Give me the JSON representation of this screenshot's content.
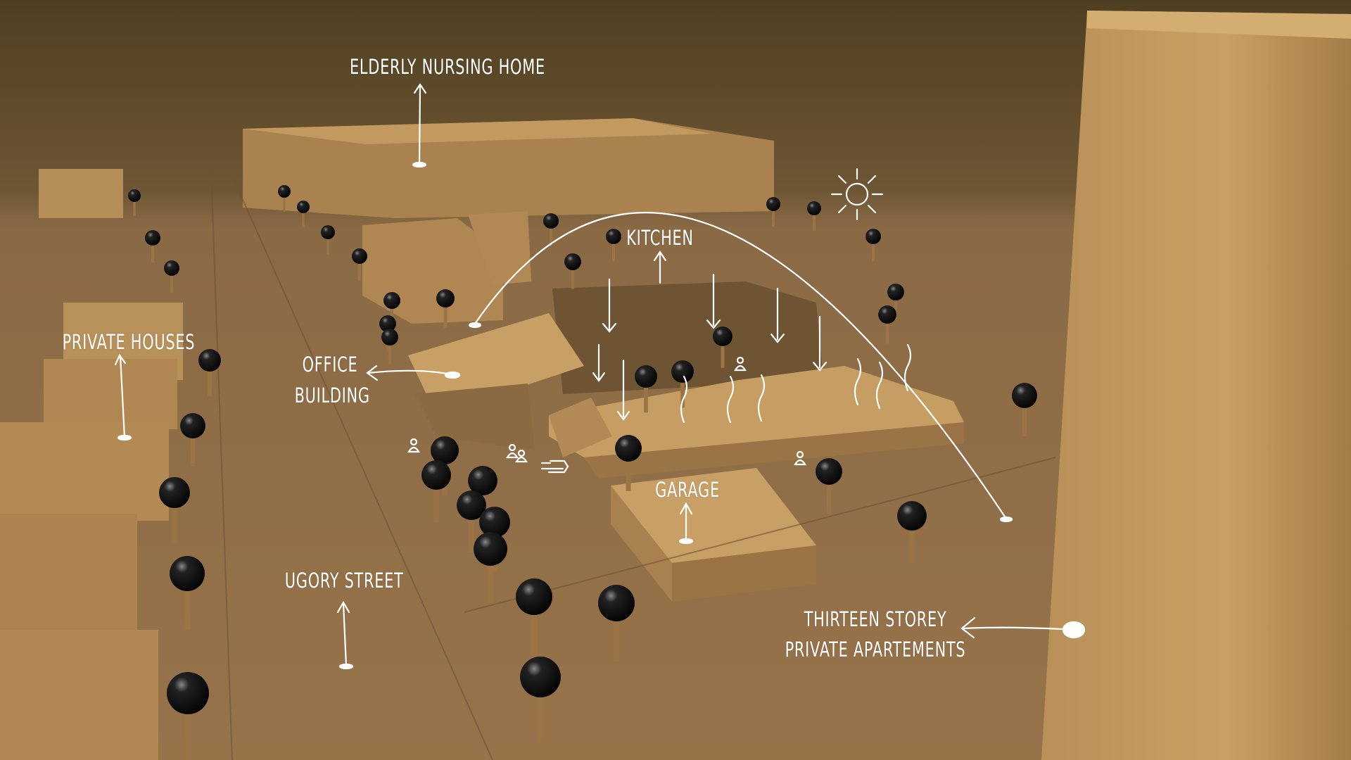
{
  "labels": {
    "nursing_home": "ELDERLY NURSING HOME",
    "kitchen": "KITCHEN",
    "private_houses": "PRIVATE HOUSES",
    "office_line1": "OFFICE",
    "office_line2": "BUILDING",
    "garage": "GARAGE",
    "street": "UGORY STREET",
    "apartments_line1": "THIRTEEN STOREY",
    "apartments_line2": "PRIVATE APARTEMENTS"
  },
  "colors": {
    "sky": "#5b4a2c",
    "ground": "#8c6a44",
    "wood": "#c49a5c",
    "tree": "#111111",
    "annotation": "#ffffff"
  }
}
